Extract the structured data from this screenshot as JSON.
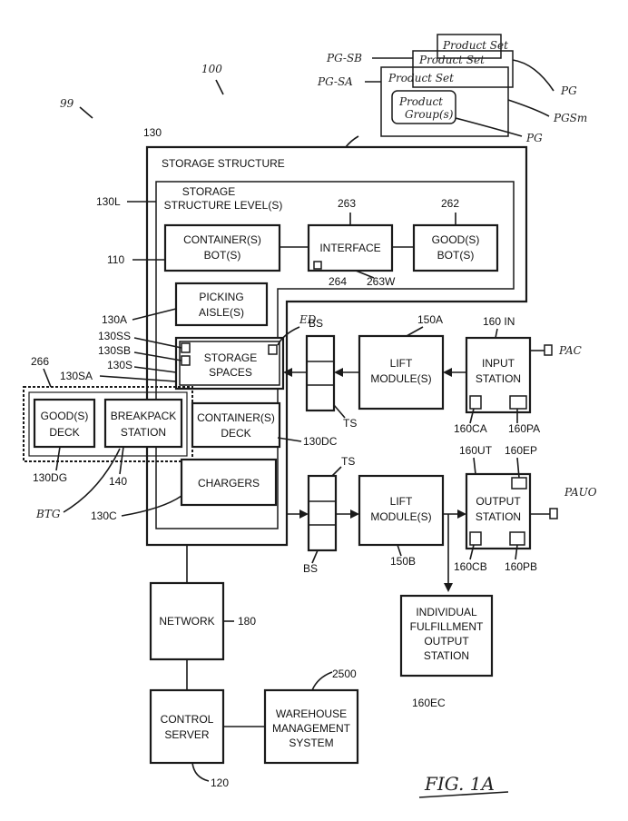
{
  "boxes": {
    "storage_structure": "STORAGE STRUCTURE",
    "storage_levels_1": "STORAGE",
    "storage_levels_2": "STRUCTURE LEVEL(S)",
    "container_bot_1": "CONTAINER(S)",
    "container_bot_2": "BOT(S)",
    "interface": "INTERFACE",
    "goods_bot_1": "GOOD(S)",
    "goods_bot_2": "BOT(S)",
    "picking_aisle_1": "PICKING",
    "picking_aisle_2": "AISLE(S)",
    "storage_spaces_1": "STORAGE",
    "storage_spaces_2": "SPACES",
    "goods_deck_1": "GOOD(S)",
    "goods_deck_2": "DECK",
    "breakpack_1": "BREAKPACK",
    "breakpack_2": "STATION",
    "container_deck_1": "CONTAINER(S)",
    "container_deck_2": "DECK",
    "chargers": "CHARGERS",
    "lift_module_1": "LIFT",
    "lift_module_2": "MODULE(S)",
    "input_station_1": "INPUT",
    "input_station_2": "STATION",
    "output_station_1": "OUTPUT",
    "output_station_2": "STATION",
    "individual_1": "INDIVIDUAL",
    "individual_2": "FULFILLMENT",
    "individual_3": "OUTPUT",
    "individual_4": "STATION",
    "network": "NETWORK",
    "control_server_1": "CONTROL",
    "control_server_2": "SERVER",
    "wms_1": "WAREHOUSE",
    "wms_2": "MANAGEMENT",
    "wms_3": "SYSTEM",
    "product_set_top": "Product Set",
    "product_set_mid": "Product Set",
    "product_set_front": "Product Set",
    "product_group_1": "Product",
    "product_group_2": "Group(s)"
  },
  "refs": {
    "r100": "100",
    "r99": "99",
    "r130": "130",
    "r130L": "130L",
    "r110": "110",
    "r263": "263",
    "r262": "262",
    "r264": "264",
    "r263W": "263W",
    "r130A": "130A",
    "r130SS": "130SS",
    "r130SB": "130SB",
    "r130S": "130S",
    "r130SA": "130SA",
    "r266": "266",
    "r130DG": "130DG",
    "r140": "140",
    "r130DC": "130DC",
    "r130C": "130C",
    "rBS_top": "BS",
    "rTS_top": "TS",
    "rTS_bot": "TS",
    "rBS_bot": "BS",
    "r150A": "150A",
    "r150B": "150B",
    "r160IN": "160 IN",
    "r160CA": "160CA",
    "r160PA": "160PA",
    "r160UT": "160UT",
    "r160EP": "160EP",
    "r160CB": "160CB",
    "r160PB": "160PB",
    "r160EC": "160EC",
    "r180": "180",
    "r120": "120",
    "r2500": "2500",
    "rED": "ED",
    "rBTG": "BTG",
    "rPAC": "PAC",
    "rPAUO": "PAUO",
    "rPGSB": "PG-SB",
    "rPGSA": "PG-SA",
    "rPG1": "PG",
    "rPGSm": "PGSm",
    "rPG2": "PG",
    "fig": "FIG. 1A"
  }
}
